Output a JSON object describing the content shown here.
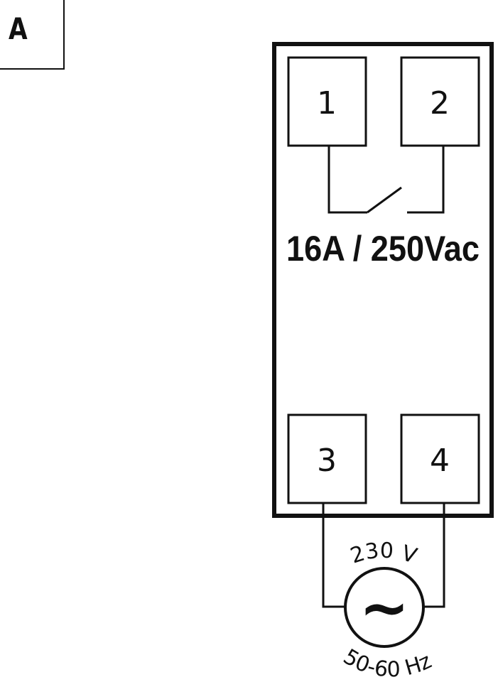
{
  "panel_label": "A",
  "terminals": {
    "t1": "1",
    "t2": "2",
    "t3": "3",
    "t4": "4"
  },
  "contact_rating": "16A / 250Vac",
  "supply": {
    "voltage": "230 V",
    "ac_symbol": "~",
    "frequency": "50-60 Hz"
  }
}
